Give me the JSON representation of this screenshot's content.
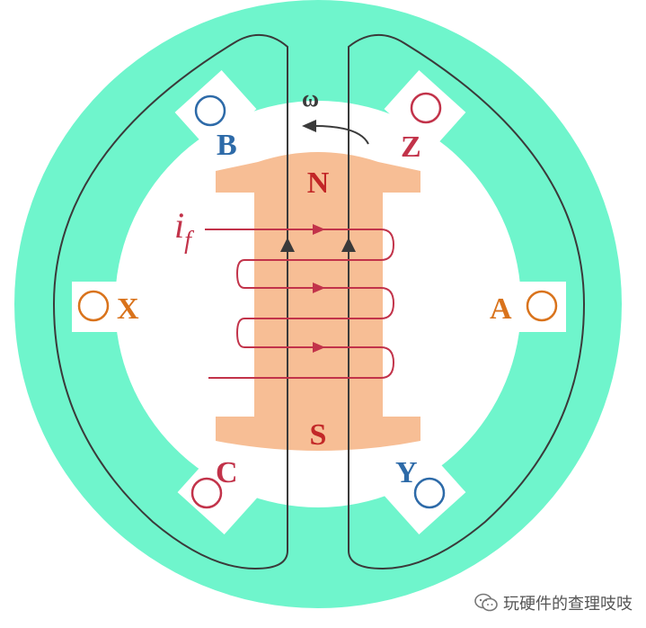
{
  "diagram": {
    "poles": {
      "north": "N",
      "south": "S"
    },
    "field_current_label": {
      "main": "i",
      "subscript": "f"
    },
    "rotation_label": "ω",
    "slot_labels": {
      "A": "A",
      "B": "B",
      "C": "C",
      "X": "X",
      "Y": "Y",
      "Z": "Z"
    },
    "colors": {
      "stator": "#6ff5cc",
      "rotor": "#f7be95",
      "phase_a": "#d9731c",
      "phase_b": "#2d6aa8",
      "phase_c": "#c2334a",
      "field_winding": "#c2334a",
      "conductor": "#3a3a3a",
      "pole_text": "#c22727"
    }
  },
  "watermark": {
    "icon": "wechat-icon",
    "text": "玩硬件的查理吱吱"
  }
}
